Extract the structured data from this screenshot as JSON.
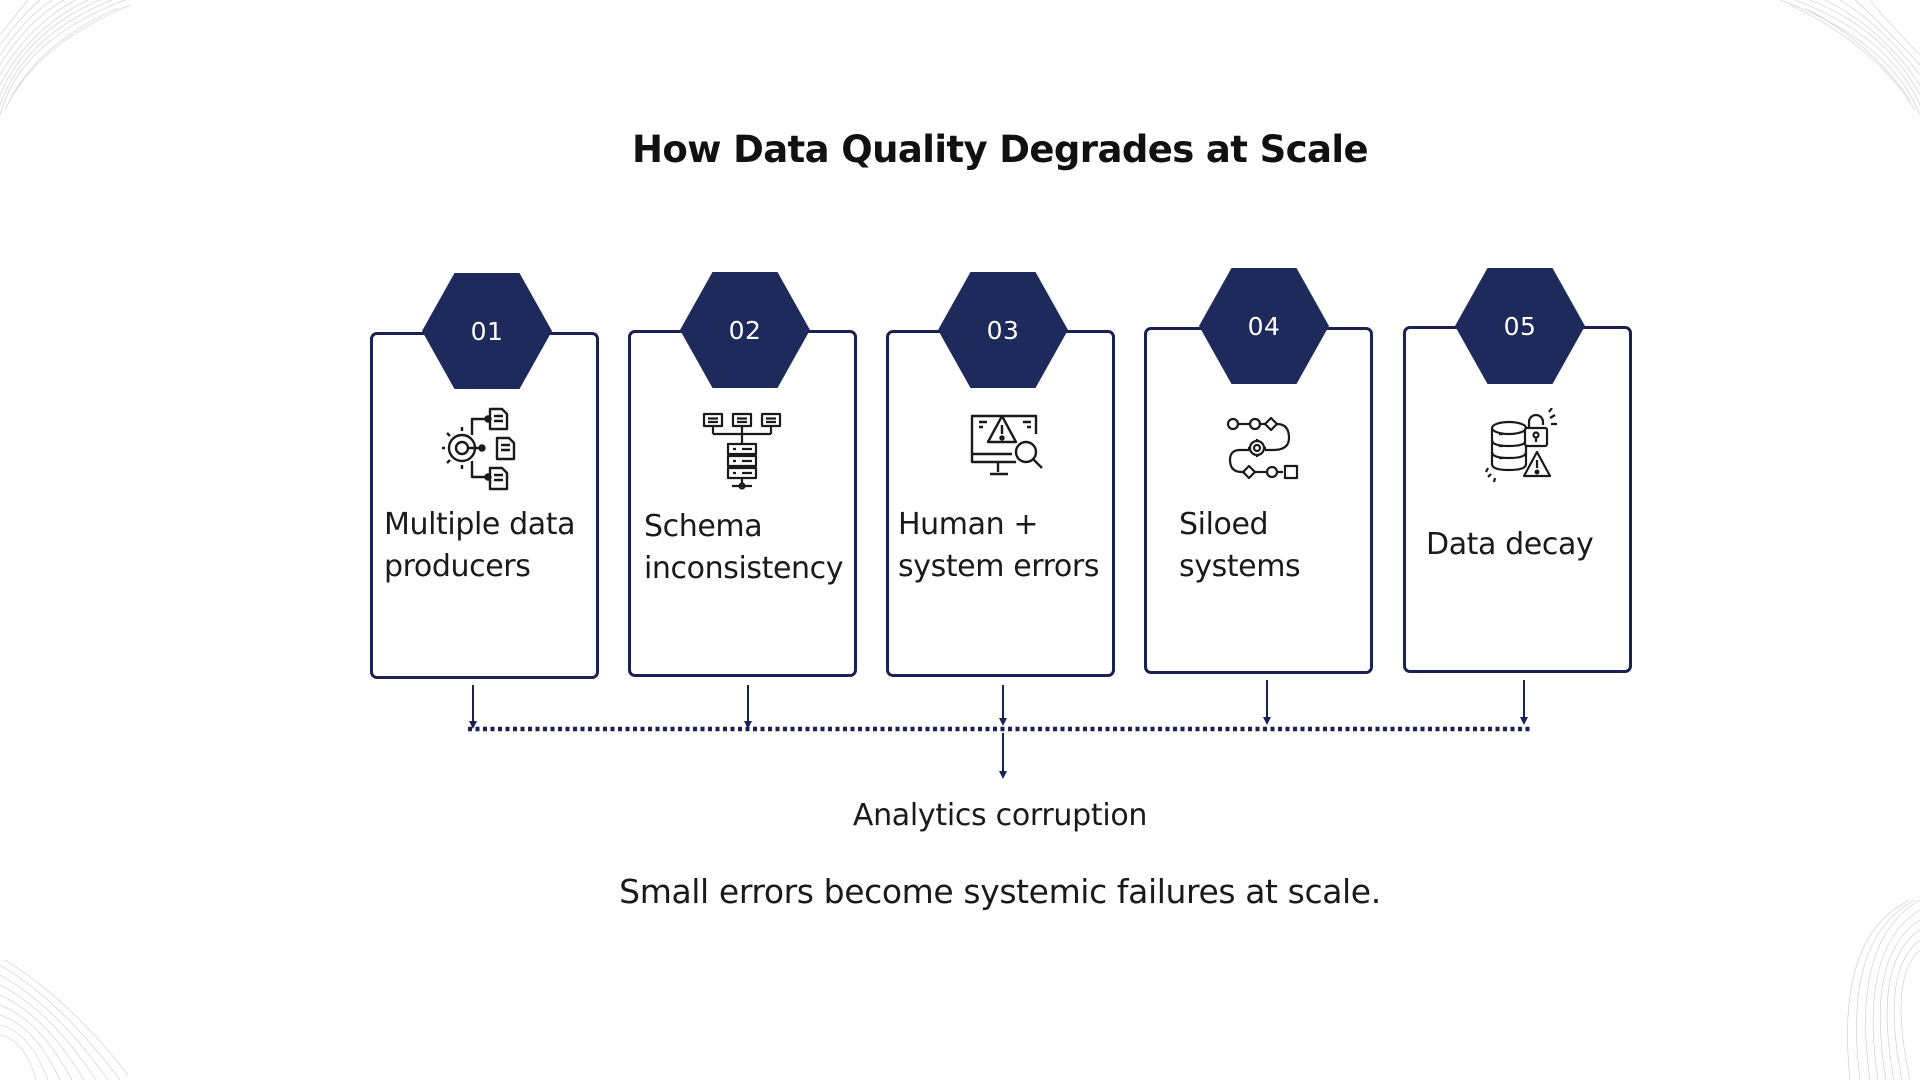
{
  "title": "How Data Quality Degrades at Scale",
  "steps": [
    {
      "number": "01",
      "label": "Multiple data\nproducers",
      "icon": "data-producers-icon"
    },
    {
      "number": "02",
      "label": "Schema\ninconsistency",
      "icon": "schema-server-icon"
    },
    {
      "number": "03",
      "label": "Human +\nsystem errors",
      "icon": "monitor-warning-icon"
    },
    {
      "number": "04",
      "label": "Siloed\nsystems",
      "icon": "workflow-gear-icon"
    },
    {
      "number": "05",
      "label": "Data decay",
      "icon": "database-lock-warning-icon"
    }
  ],
  "result": "Analytics corruption",
  "caption": "Small errors become systemic failures at scale.",
  "colors": {
    "accent": "#1f2a5c",
    "border": "#1b2152",
    "text": "#1a1a1a"
  }
}
